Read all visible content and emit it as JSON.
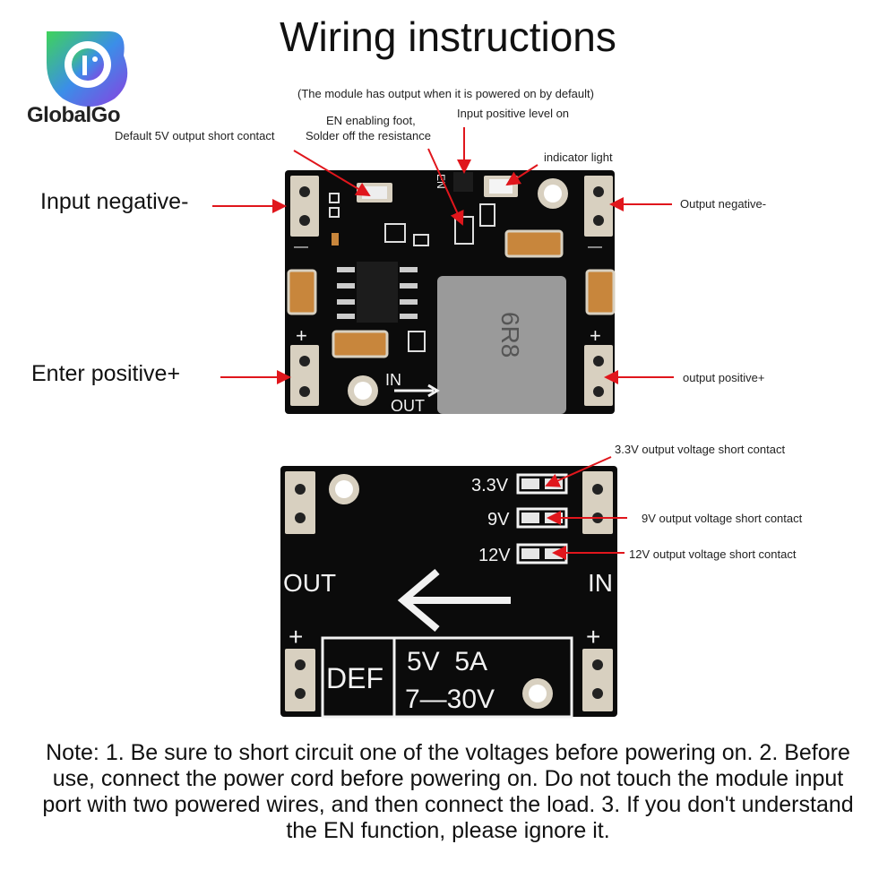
{
  "title": "Wiring instructions",
  "brand": {
    "name": "GlobalGo",
    "logo_icon": "globalgo-logo-icon"
  },
  "top_labels": {
    "default_note": "(The module has output when it is powered on by default)",
    "input_positive_level": "Input positive level on",
    "en_foot_line1": "EN enabling foot,",
    "en_foot_line2": "Solder off the resistance",
    "default_5v": "Default 5V output short contact",
    "indicator": "indicator light",
    "input_negative": "Input negative-",
    "output_negative": "Output negative-",
    "enter_positive": "Enter positive+",
    "output_positive": "output positive+"
  },
  "bottom_labels": {
    "v33": "3.3V output voltage short contact",
    "v9": "9V output voltage short contact",
    "v12": "12V output voltage short contact"
  },
  "board_top": {
    "plus_left": "+",
    "plus_right": "+",
    "minus_left": "—",
    "minus_right": "—",
    "in_text": "IN",
    "out_text": "OUT",
    "en_text": "EN",
    "inductor_text": "6R8"
  },
  "board_bottom": {
    "pad_33": "3.3V",
    "pad_9": "9V",
    "pad_12": "12V",
    "out": "OUT",
    "in": "IN",
    "plus_left": "+",
    "plus_right": "+",
    "def": "DEF",
    "spec_line1": "5V  5A",
    "spec_line2": "7—30V"
  },
  "note": "Note: 1. Be sure to short circuit one of the voltages before powering on. 2. Before use, connect the power cord before powering on. Do not touch the module input port with two powered wires, and then connect the load. 3. If you don't understand the EN function, please ignore it.",
  "colors": {
    "arrow": "#e0161c",
    "pcb": "#0b0b0b",
    "pad": "#d8d0c0",
    "capacitor": "#c8863c",
    "inductor": "#9a9a9a",
    "logo_blue": "#3b8ee8",
    "logo_green": "#56c24a"
  }
}
